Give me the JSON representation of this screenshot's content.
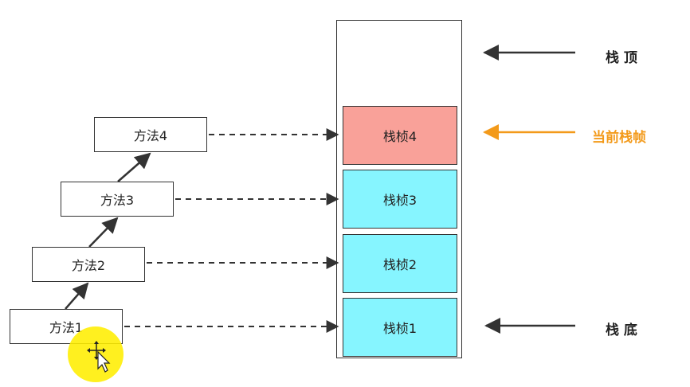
{
  "methods": [
    {
      "label": "方法1"
    },
    {
      "label": "方法2"
    },
    {
      "label": "方法3"
    },
    {
      "label": "方法4"
    }
  ],
  "stack": {
    "frames": [
      {
        "label": "栈桢1"
      },
      {
        "label": "栈桢2"
      },
      {
        "label": "栈桢3"
      },
      {
        "label": "栈桢4"
      }
    ]
  },
  "labels": {
    "top": "栈 顶",
    "current": "当前栈帧",
    "bottom": "栈 底"
  },
  "colors": {
    "current_frame": "#f9a199",
    "frame": "#86f5ff",
    "current_label": "#f39a1a",
    "highlight": "#ffee00"
  },
  "icons": {
    "cursor": "cursor-move-icon"
  }
}
